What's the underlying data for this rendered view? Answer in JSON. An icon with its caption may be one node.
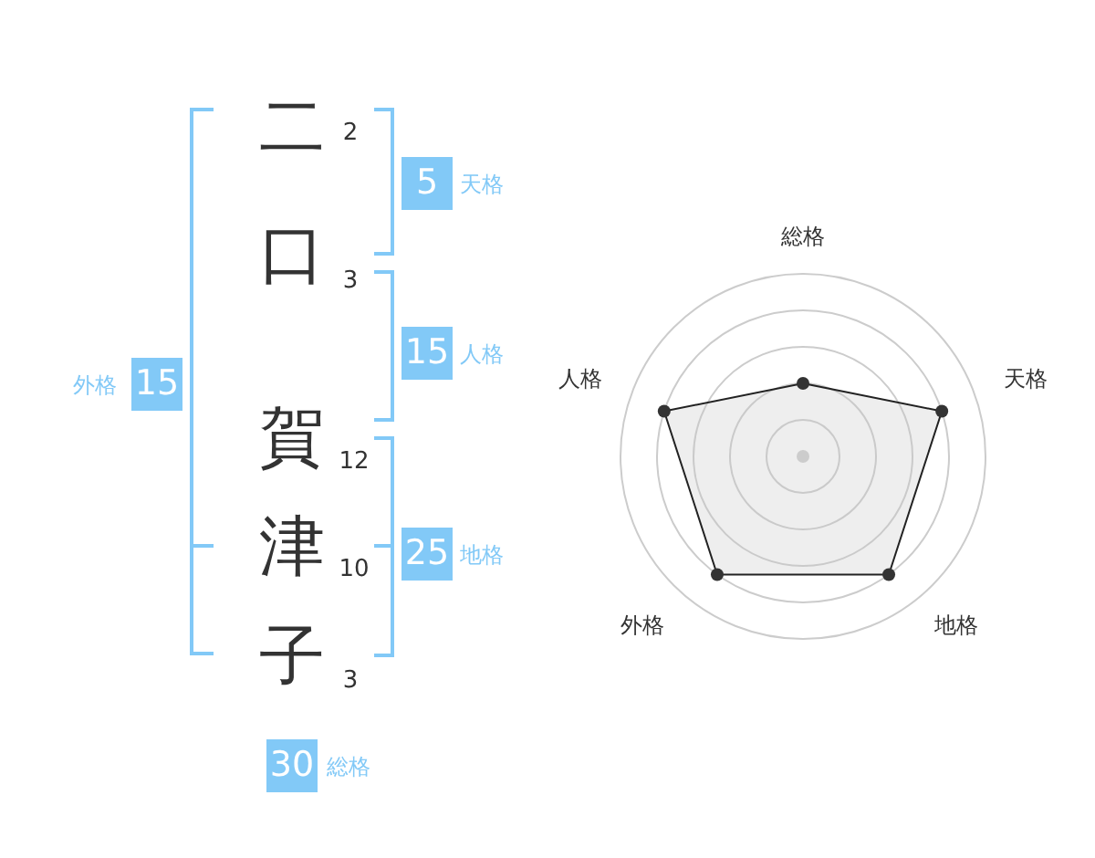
{
  "diagram": {
    "nodes": [
      {
        "text": [
          "5"
        ],
        "beside": [
          "天格"
        ]
      },
      {
        "text": [
          "15"
        ],
        "beside": [
          "人格"
        ]
      },
      {
        "text": [
          "15"
        ],
        "beside": [
          "外格"
        ]
      },
      {
        "text": [
          "25"
        ],
        "beside": [
          "地格"
        ]
      },
      {
        "text": [
          "30"
        ],
        "beside": [
          "総格"
        ]
      }
    ],
    "labels": [
      "二",
      "2",
      "口",
      "3",
      "賀",
      "12",
      "津",
      "10",
      "子",
      "3",
      "総格",
      "人格",
      "天格",
      "外格",
      "地格"
    ]
  }
}
